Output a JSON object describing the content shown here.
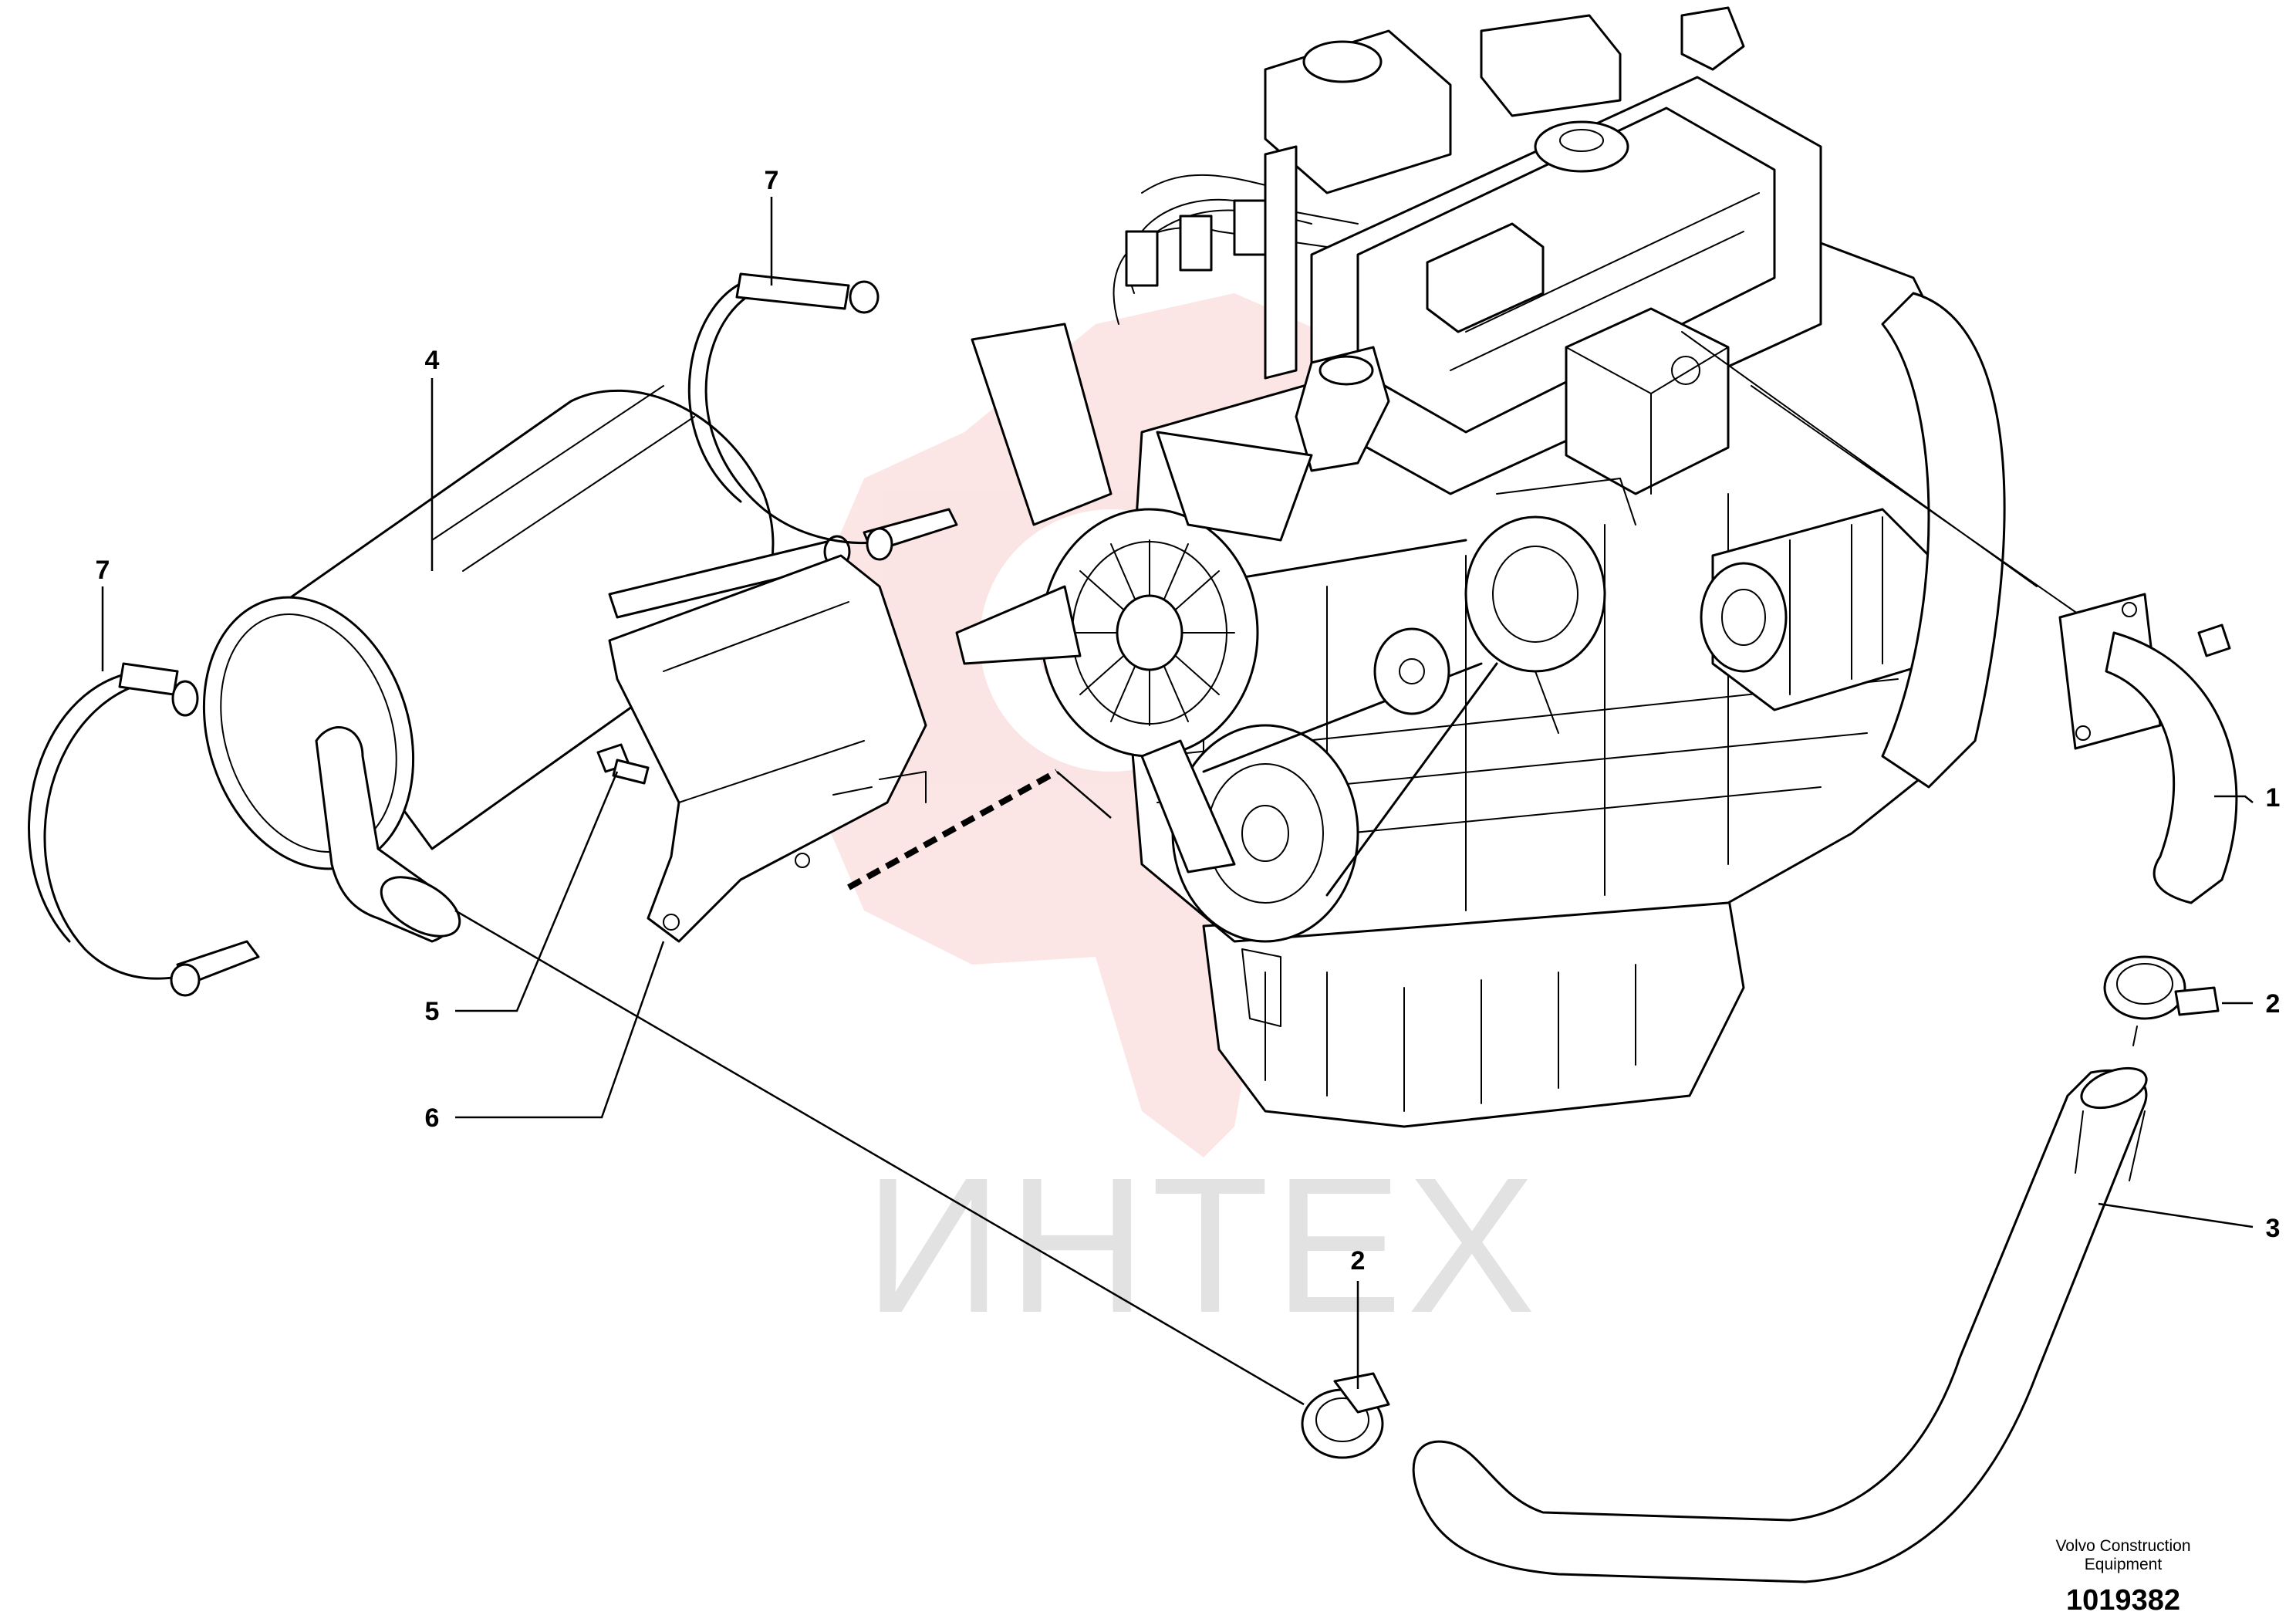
{
  "diagram": {
    "callouts": {
      "c1": "1",
      "c2a": "2",
      "c2b": "2",
      "c3": "3",
      "c4": "4",
      "c5": "5",
      "c6": "6",
      "c7a": "7",
      "c7b": "7"
    },
    "watermark": {
      "text": "ИНТЕХ",
      "color": "#f08a8a"
    },
    "footer": {
      "credit_line1": "Volvo Construction",
      "credit_line2": "Equipment",
      "document_number": "1019382"
    }
  }
}
